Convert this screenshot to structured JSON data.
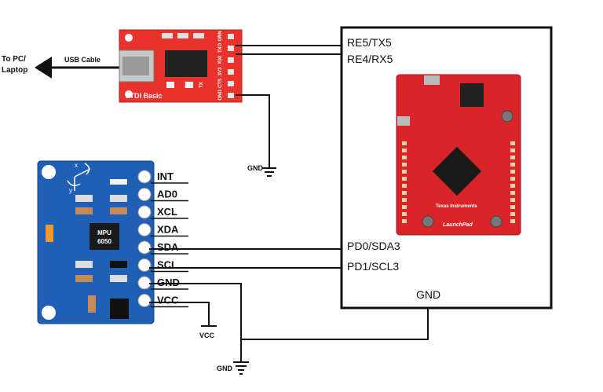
{
  "pc": {
    "label_line1": "To PC/",
    "label_line2": "Laptop"
  },
  "usb": {
    "label": "USB Cable"
  },
  "ftdi": {
    "title": "FTDI Basic",
    "tx_label": "TX",
    "rx_label": "RX",
    "header_pins": [
      "GRN",
      "TXO",
      "RXI",
      "3V3",
      "CTS",
      "GND"
    ],
    "color": "#e8322b"
  },
  "mpu": {
    "chip_line1": "MPU",
    "chip_line2": "6050",
    "pins": [
      "INT",
      "AD0",
      "XCL",
      "XDA",
      "SDA",
      "SCL",
      "GND",
      "VCC"
    ],
    "color": "#1f5fb5"
  },
  "launchpad": {
    "brand": "Texas Instruments",
    "model": "LaunchPad",
    "color": "#d9252a",
    "ports": {
      "re5": "RE5/TX5",
      "re4": "RE4/RX5",
      "pd0": "PD0/SDA3",
      "pd1": "PD1/SCL3",
      "gnd": "GND"
    }
  },
  "grounds": {
    "ftdi": "GND",
    "mpu": "GND"
  },
  "vcc": {
    "label": "VCC"
  }
}
